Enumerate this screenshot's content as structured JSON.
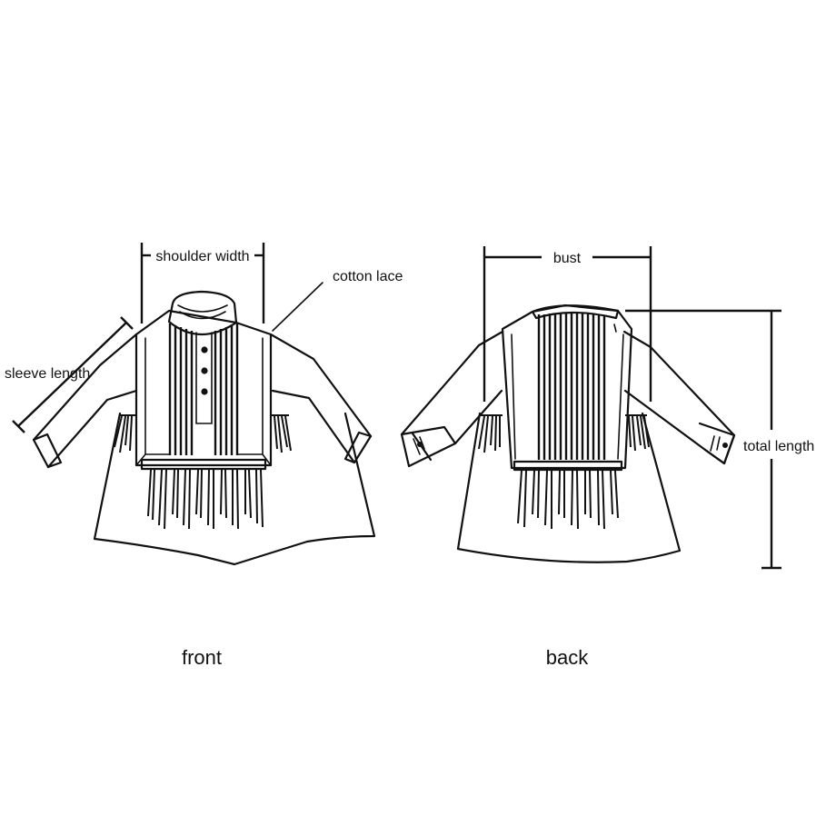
{
  "labels": {
    "shoulder_width": "shoulder width",
    "cotton_lace": "cotton lace",
    "sleeve_length": "sleeve length",
    "bust": "bust",
    "total_length": "total length",
    "front": "front",
    "back": "back"
  },
  "colors": {
    "ink": "#111111",
    "background": "#ffffff"
  }
}
